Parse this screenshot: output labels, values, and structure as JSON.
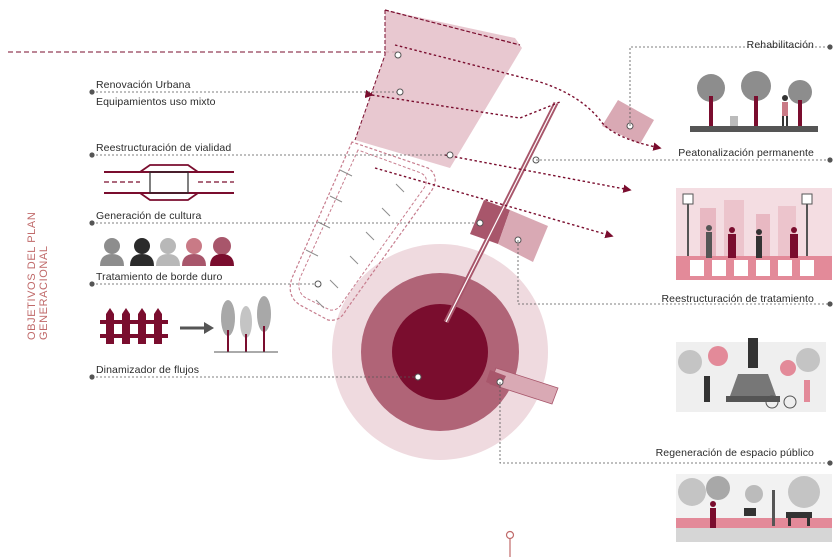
{
  "side_title": "OBJETIVOS DEL PLAN GENERACIONAL",
  "left_labels": {
    "renovacion": "Renovación Urbana",
    "equipamientos": "Equipamientos uso mixto",
    "vialidad": "Reestructuración de vialidad",
    "cultura": "Generación de cultura",
    "borde": "Tratamiento de borde duro",
    "dinamizador": "Dinamizador de flujos"
  },
  "right_labels": {
    "rehabilitacion": "Rehabilitación",
    "peatonalizacion": "Peatonalización permanente",
    "tratamiento": "Reestructuración de tratamiento",
    "regeneracion": "Regeneración de espacio público"
  },
  "colors": {
    "maroon": "#7a0d2e",
    "mid": "#a8566b",
    "light": "#d9a9b4",
    "pale": "#ecd3d9",
    "dark": "#2b2b2b",
    "grey": "#8d8d8d"
  },
  "icons": [
    "road-intersection-icon",
    "people-group-icon",
    "fence-to-trees-icon",
    "trees-illustration",
    "pedestrian-crossing-illustration",
    "statue-plaza-illustration",
    "park-bench-illustration"
  ]
}
